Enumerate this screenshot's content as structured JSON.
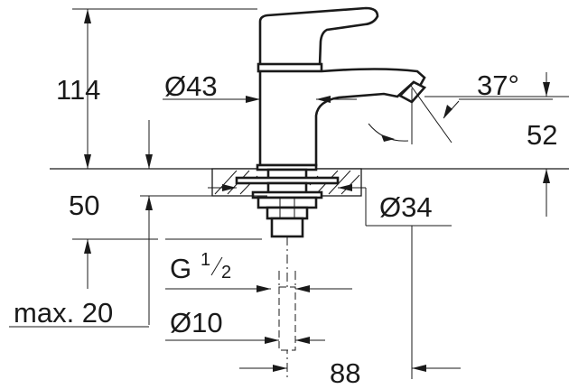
{
  "dimensions": {
    "height_total": "114",
    "body_diameter": "Ø43",
    "spout_angle": "37°",
    "spout_height": "52",
    "deck_thickness": "50",
    "mount_diameter": "Ø34",
    "max_deck": "max. 20",
    "thread_g": "G",
    "thread_num": "1",
    "thread_den": "2",
    "pipe_diameter": "Ø10",
    "projection": "88"
  }
}
